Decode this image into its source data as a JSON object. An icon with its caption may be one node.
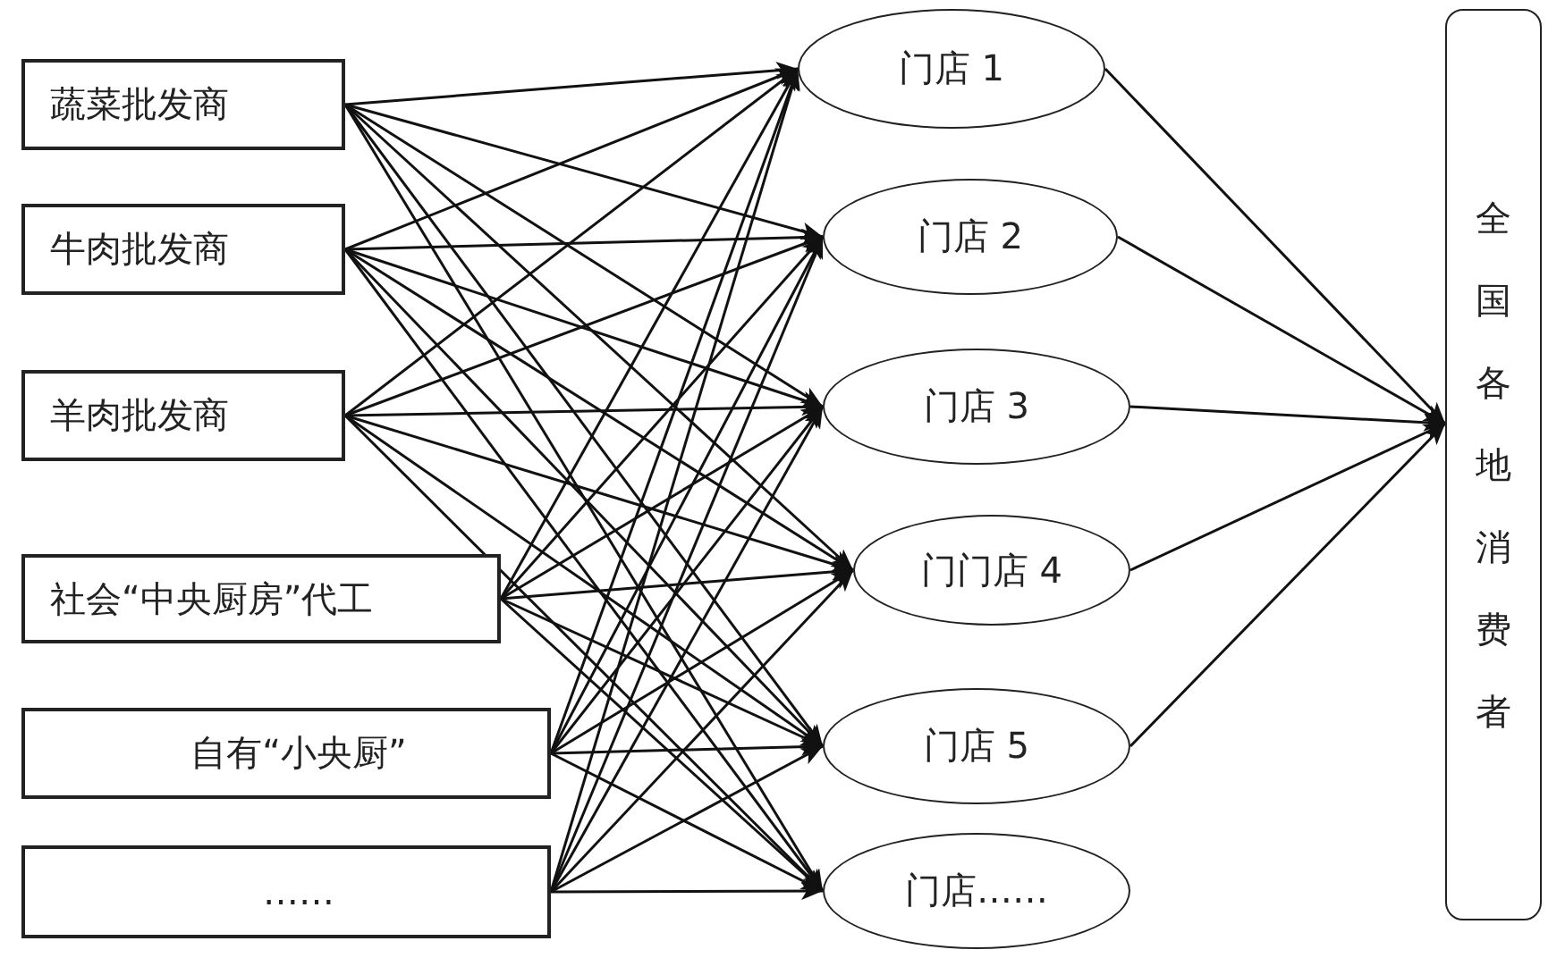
{
  "diagram": {
    "nodes": [
      {
        "text": [
          "蔬菜批发商"
        ]
      },
      {
        "text": [
          "牛肉批发商"
        ]
      },
      {
        "text": [
          "羊肉批发商"
        ]
      },
      {
        "text": [
          "社会“中央厨房”代工"
        ]
      },
      {
        "text": [
          "自有“小央厨”"
        ]
      },
      {
        "text": [
          "……"
        ]
      },
      {
        "text": [
          "门店 1"
        ]
      },
      {
        "text": [
          "门店 2"
        ]
      },
      {
        "text": [
          "门店 3"
        ]
      },
      {
        "text": [
          "门门店 4"
        ]
      },
      {
        "text": [
          "门店 5"
        ]
      },
      {
        "text": [
          "门店……"
        ]
      },
      {
        "text": [
          "全国各地消费者"
        ]
      }
    ],
    "edges": [
      {
        "from": 0,
        "to": 6,
        "arrow": "to"
      },
      {
        "from": 0,
        "to": 7,
        "arrow": "to"
      },
      {
        "from": 0,
        "to": 8,
        "arrow": "to"
      },
      {
        "from": 0,
        "to": 9,
        "arrow": "to"
      },
      {
        "from": 0,
        "to": 10,
        "arrow": "to"
      },
      {
        "from": 0,
        "to": 11,
        "arrow": "to"
      },
      {
        "from": 1,
        "to": 6,
        "arrow": "to"
      },
      {
        "from": 1,
        "to": 7,
        "arrow": "to"
      },
      {
        "from": 1,
        "to": 8,
        "arrow": "to"
      },
      {
        "from": 1,
        "to": 9,
        "arrow": "to"
      },
      {
        "from": 1,
        "to": 10,
        "arrow": "to"
      },
      {
        "from": 1,
        "to": 11,
        "arrow": "to"
      },
      {
        "from": 2,
        "to": 6,
        "arrow": "to"
      },
      {
        "from": 2,
        "to": 7,
        "arrow": "to"
      },
      {
        "from": 2,
        "to": 8,
        "arrow": "to"
      },
      {
        "from": 2,
        "to": 9,
        "arrow": "to"
      },
      {
        "from": 2,
        "to": 10,
        "arrow": "to"
      },
      {
        "from": 2,
        "to": 11,
        "arrow": "to"
      },
      {
        "from": 3,
        "to": 6,
        "arrow": "to"
      },
      {
        "from": 3,
        "to": 7,
        "arrow": "to"
      },
      {
        "from": 3,
        "to": 8,
        "arrow": "to"
      },
      {
        "from": 3,
        "to": 9,
        "arrow": "to"
      },
      {
        "from": 3,
        "to": 10,
        "arrow": "to"
      },
      {
        "from": 3,
        "to": 11,
        "arrow": "to"
      },
      {
        "from": 4,
        "to": 6,
        "arrow": "to"
      },
      {
        "from": 4,
        "to": 7,
        "arrow": "to"
      },
      {
        "from": 4,
        "to": 8,
        "arrow": "to"
      },
      {
        "from": 4,
        "to": 9,
        "arrow": "to"
      },
      {
        "from": 4,
        "to": 10,
        "arrow": "to"
      },
      {
        "from": 4,
        "to": 11,
        "arrow": "to"
      },
      {
        "from": 5,
        "to": 6,
        "arrow": "to"
      },
      {
        "from": 5,
        "to": 7,
        "arrow": "to"
      },
      {
        "from": 5,
        "to": 8,
        "arrow": "to"
      },
      {
        "from": 5,
        "to": 9,
        "arrow": "to"
      },
      {
        "from": 5,
        "to": 10,
        "arrow": "to"
      },
      {
        "from": 5,
        "to": 11,
        "arrow": "to"
      },
      {
        "from": 6,
        "to": 12,
        "arrow": "to"
      },
      {
        "from": 7,
        "to": 12,
        "arrow": "to"
      },
      {
        "from": 8,
        "to": 12,
        "arrow": "to"
      },
      {
        "from": 9,
        "to": 12,
        "arrow": "to"
      },
      {
        "from": 10,
        "to": 12,
        "arrow": "to"
      }
    ]
  }
}
